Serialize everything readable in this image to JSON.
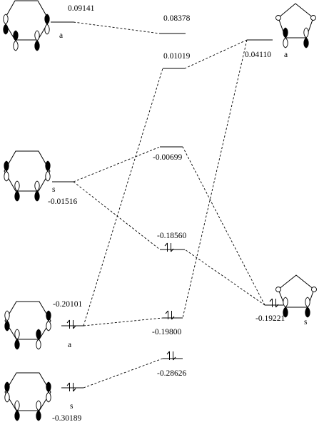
{
  "diagram": {
    "colors": {
      "line": "#000000",
      "lobe_fill": "#000000",
      "background": "#ffffff"
    },
    "fragments": {
      "benzene": {
        "levels": [
          {
            "id": "b1",
            "energy": "0.09141",
            "symmetry": "a",
            "electrons": 0
          },
          {
            "id": "b2",
            "energy": "-0.01516",
            "symmetry": "s",
            "electrons": 0
          },
          {
            "id": "b3",
            "energy": "-0.20101",
            "symmetry": "a",
            "electrons": 2
          },
          {
            "id": "b4",
            "energy": "-0.30189",
            "symmetry": "s",
            "electrons": 2
          }
        ]
      },
      "complex": {
        "levels": [
          {
            "id": "c1",
            "energy": "0.08378",
            "electrons": 0
          },
          {
            "id": "c2",
            "energy": "0.01019",
            "electrons": 0
          },
          {
            "id": "c3",
            "energy": "-0.00699",
            "electrons": 0
          },
          {
            "id": "c4",
            "energy": "-0.18560",
            "electrons": 2
          },
          {
            "id": "c5",
            "energy": "-0.19800",
            "electrons": 2
          },
          {
            "id": "c6",
            "energy": "-0.28626",
            "electrons": 2
          }
        ]
      },
      "dioxole": {
        "levels": [
          {
            "id": "d1",
            "energy": "0.04110",
            "symmetry": "a",
            "electrons": 0
          },
          {
            "id": "d2",
            "energy": "-0.19221",
            "symmetry": "s",
            "electrons": 2
          }
        ]
      }
    },
    "correlations": [
      [
        "b1",
        "c1"
      ],
      [
        "b2",
        "c3"
      ],
      [
        "b2",
        "c4"
      ],
      [
        "b3",
        "c2"
      ],
      [
        "b3",
        "c5"
      ],
      [
        "b4",
        "c6"
      ],
      [
        "d1",
        "c2"
      ],
      [
        "d1",
        "c5"
      ],
      [
        "d2",
        "c3"
      ],
      [
        "d2",
        "c4"
      ]
    ]
  }
}
